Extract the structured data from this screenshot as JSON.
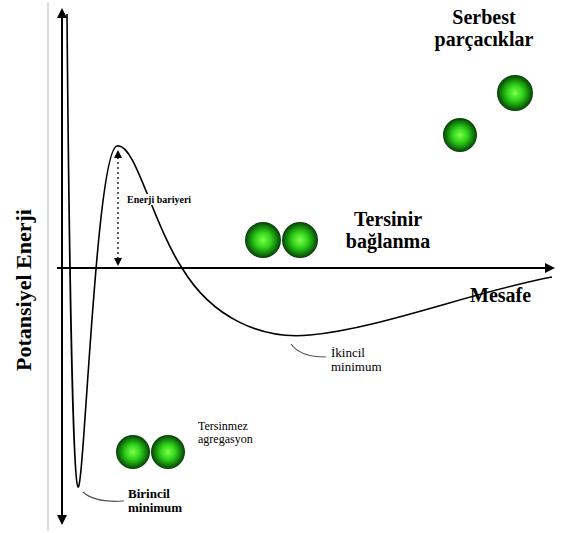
{
  "diagram": {
    "labels": [
      "Serbest parçacıklar",
      "Enerji bariyeri",
      "Tersinir bağlanma",
      "Potansiyel Enerji",
      "Mesafe",
      "İkincil minimum",
      "Tersinmez agregasyon",
      "Birincil minimum"
    ]
  }
}
